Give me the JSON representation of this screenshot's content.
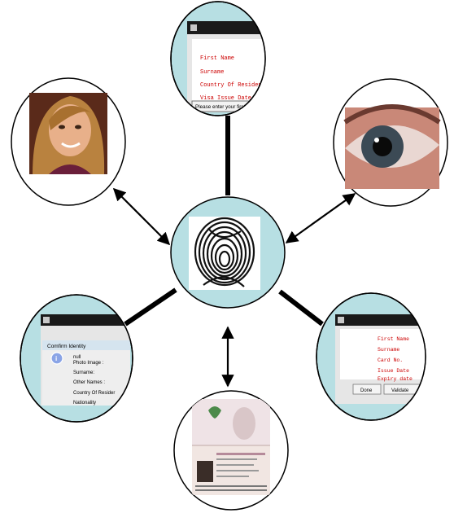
{
  "colors": {
    "node_fill": "#b7dfe3",
    "form_label_red": "#cc0000",
    "window_titlebar": "#1a1a1a",
    "window_body": "#e6e6e6",
    "connector": "#000000"
  },
  "nodes": {
    "center": {
      "icon": "fingerprint-icon"
    },
    "top_form": {
      "fields": [
        "First Name",
        "Surname",
        "Country Of Residence",
        "Visa Issue Date"
      ],
      "tooltip": "Please enter your first name"
    },
    "left_photo": {
      "icon": "face-photo-icon"
    },
    "right_photo": {
      "icon": "iris-eye-icon"
    },
    "bottom_left_dialog": {
      "title": "Comfirm Identity",
      "info_glyph": "i",
      "lines": [
        "null",
        "Photo Image :",
        "Surname:",
        "Other Names :",
        "Country Of Resider",
        "Nationality"
      ]
    },
    "bottom_right_form": {
      "fields": [
        "First Name",
        "Surname",
        "Card No.",
        "Issue Date",
        "Expiry date"
      ],
      "buttons": [
        "Done",
        "Validate"
      ]
    },
    "bottom_passport": {
      "icon": "passport-page-icon"
    }
  }
}
